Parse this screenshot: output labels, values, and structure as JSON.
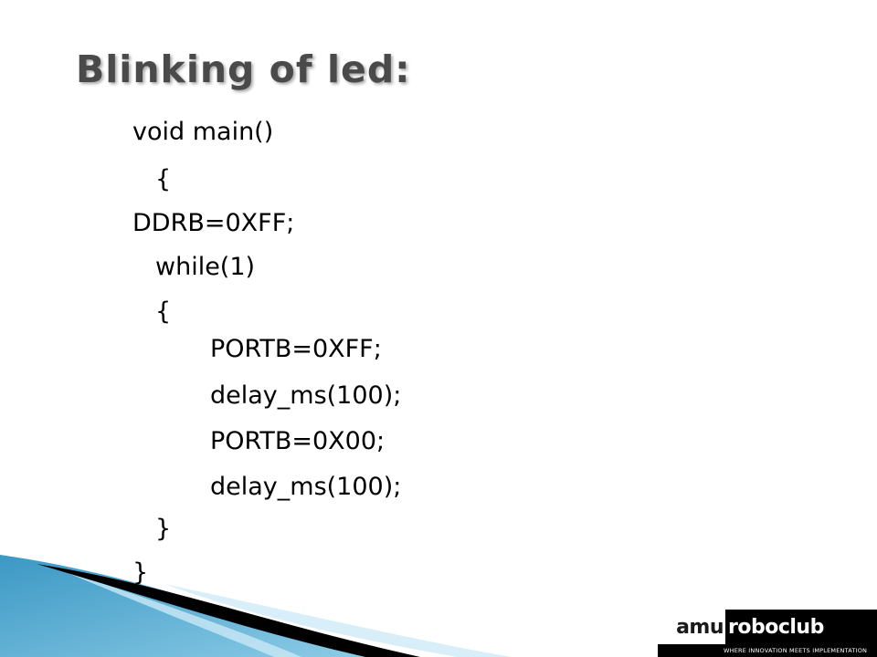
{
  "slide": {
    "title": "Blinking of led:",
    "code_lines": [
      "void main()",
      "{",
      "DDRB=0XFF;",
      "while(1)",
      "{",
      "PORTB=0XFF;",
      "delay_ms(100);",
      "PORTB=0X00;",
      "delay_ms(100);",
      "}",
      "}"
    ]
  },
  "logo": {
    "part1": "amu",
    "part2": "roboclub",
    "tagline": "WHERE INNOVATION MEETS IMPLEMENTATION"
  },
  "colors": {
    "title": "#4a4a4a",
    "accent_blue": "#3b98c4",
    "accent_light": "#9fd2ea",
    "text": "#000000"
  }
}
